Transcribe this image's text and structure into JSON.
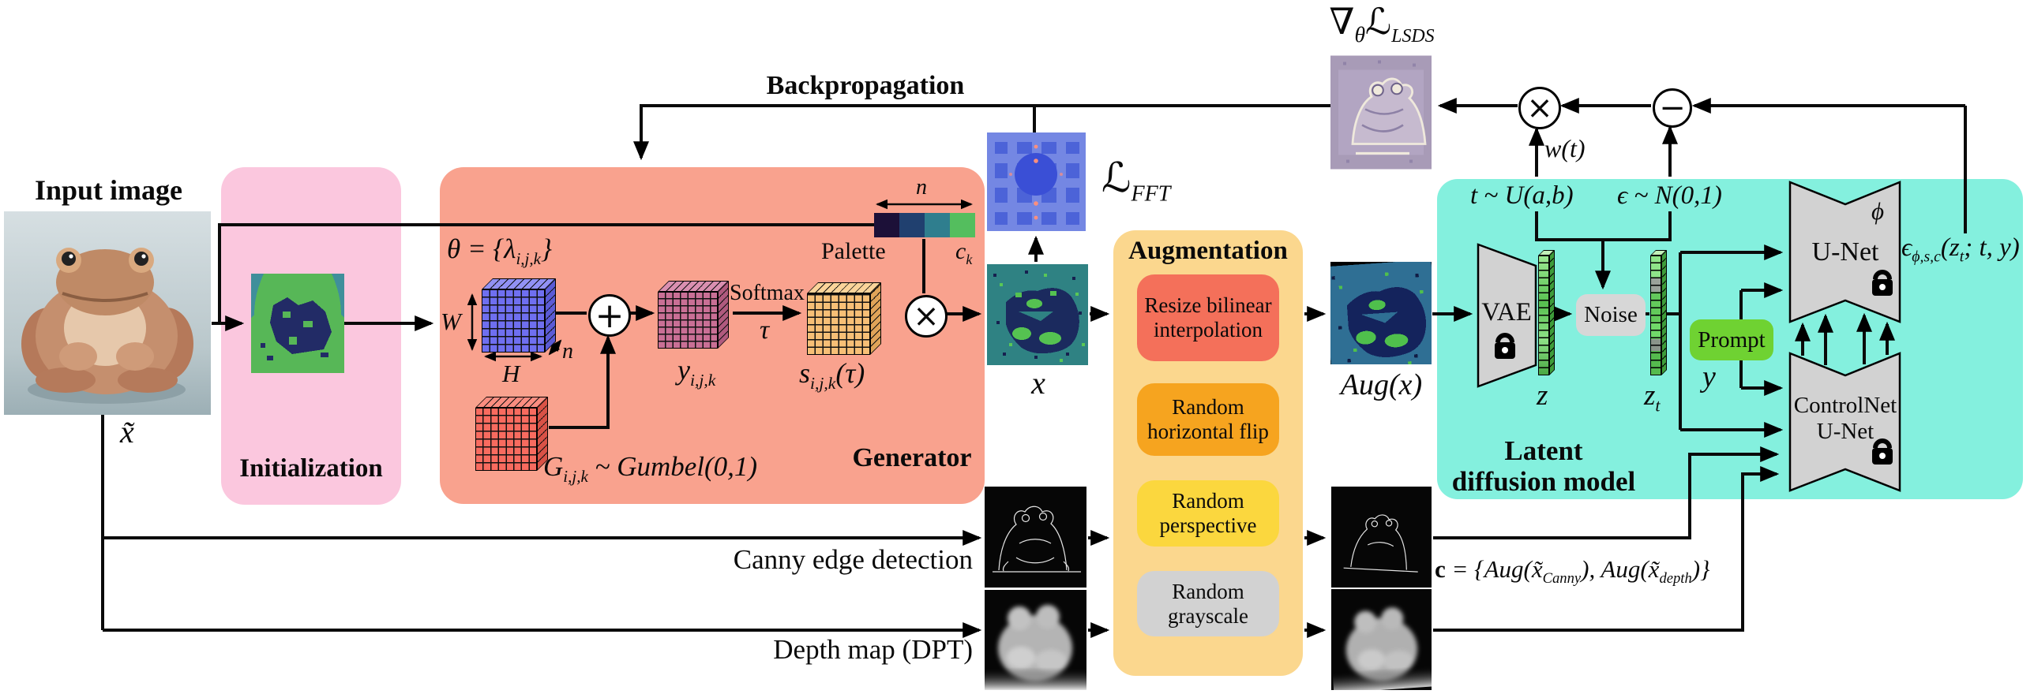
{
  "colors": {
    "generator_bg": "#F9A28E",
    "init_bg": "#FBC7DE",
    "augmentation_bg": "#FBD78E",
    "ldm_bg": "#84F0DE",
    "resize_item": "#F4705A",
    "flip_item": "#F6A41F",
    "perspective_item": "#FBD73E",
    "grayscale_item": "#D2D2D2",
    "prompt": "#6FD232",
    "noise": "#D7D7D7",
    "network_fill": "#D2D2D2",
    "wire": "#0A0A0A",
    "palette_swatches": [
      "#1C1038",
      "#20406F",
      "#2F7E8E",
      "#54BE5E"
    ]
  },
  "icons": {
    "multiply": "×",
    "plus": "+",
    "minus": "−"
  },
  "top": {
    "backprop_label": "Backpropagation",
    "grad_nabla": "∇",
    "grad_sub": "θ",
    "grad_script": "ℒ",
    "grad_loss_sub": "LSDS",
    "weight_label": "w(t)"
  },
  "input": {
    "title": "Input image",
    "var_label": "x̃"
  },
  "initialization": {
    "title": "Initialization"
  },
  "generator": {
    "title": "Generator",
    "theta_main": "θ = {λ",
    "theta_sub": "i,j,k",
    "theta_end": "}",
    "dim_w": "W",
    "dim_h": "H",
    "dim_n": "n",
    "y_main": "y",
    "y_sub": "i,j,k",
    "softmax_label": "Softmax",
    "tau_label": "τ",
    "s_main": "s",
    "s_sub": "i,j,k",
    "s_end": "(τ)",
    "gumbel_main": "G",
    "gumbel_sub": "i,j,k",
    "gumbel_end": " ~ Gumbel(0,1)",
    "palette_label": "Palette",
    "palette_n": "n",
    "ck_main": "c",
    "ck_sub": "k"
  },
  "fft": {
    "script": "ℒ",
    "sub": "FFT"
  },
  "pixel_output": {
    "x_label": "x",
    "aug_x_label": "Aug(x)"
  },
  "augmentation": {
    "title": "Augmentation",
    "items": [
      {
        "label": "Resize bilinear interpolation"
      },
      {
        "label": "Random horizontal flip"
      },
      {
        "label": "Random perspective"
      },
      {
        "label": "Random grayscale"
      }
    ]
  },
  "conditioning": {
    "canny_label": "Canny edge detection",
    "depth_label": "Depth map (DPT)",
    "c_bold": "c",
    "c_eq": " = {Aug(x̃",
    "c_sub1": "Canny",
    "c_mid": "), Aug(x̃",
    "c_sub2": "depth",
    "c_end": ")}"
  },
  "ldm": {
    "title_line1": "Latent",
    "title_line2": "diffusion model",
    "t_dist": "t ~ U(a,b)",
    "eps_dist": "ϵ ~ N(0,1)",
    "vae_label": "VAE",
    "z_label": "z",
    "zt_main": "z",
    "zt_sub": "t",
    "noise_label": "Noise",
    "prompt_label": "Prompt",
    "y_label": "y",
    "unet_label": "U-Net",
    "phi_label": "ϕ",
    "controlnet_line1": "ControlNet",
    "controlnet_line2": "U-Net",
    "eps_main": "ϵ",
    "eps_sub": "ϕ,s,c",
    "eps_mid": "(z",
    "eps_sub2": "t",
    "eps_end": "; t, y)"
  }
}
